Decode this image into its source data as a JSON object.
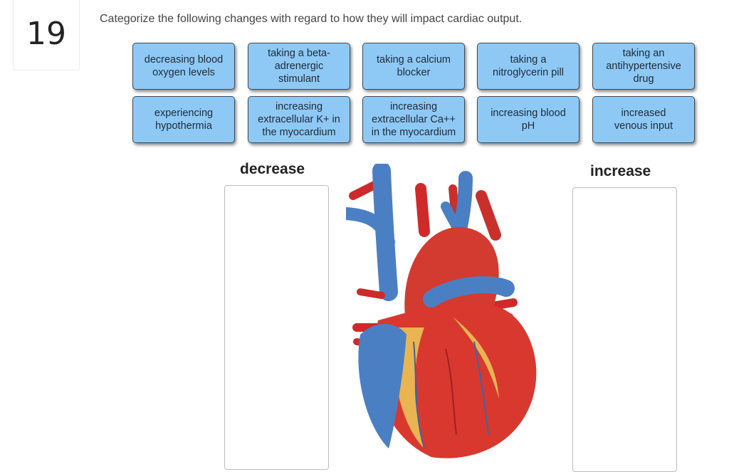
{
  "question_number": "19",
  "prompt": "Categorize the following changes with regard to how they will impact cardiac output.",
  "tiles": [
    "decreasing blood\noxygen levels",
    "taking a beta-\nadrenergic\nstimulant",
    "taking a calcium\nblocker",
    "taking a\nnitroglycerin pill",
    "taking an\nantihypertensive\ndrug",
    "experiencing\nhypothermia",
    "increasing\nextracellular K+ in\nthe myocardium",
    "increasing\nextracellular Ca++\nin the myocardium",
    "increasing blood\npH",
    "increased\nvenous input"
  ],
  "columns": {
    "decrease": "decrease",
    "increase": "increase"
  },
  "image": {
    "description_icon": "heart-anatomy-illustration"
  },
  "colors": {
    "tile_fill": "#8ec9f6",
    "tile_border": "#3d4b57"
  }
}
